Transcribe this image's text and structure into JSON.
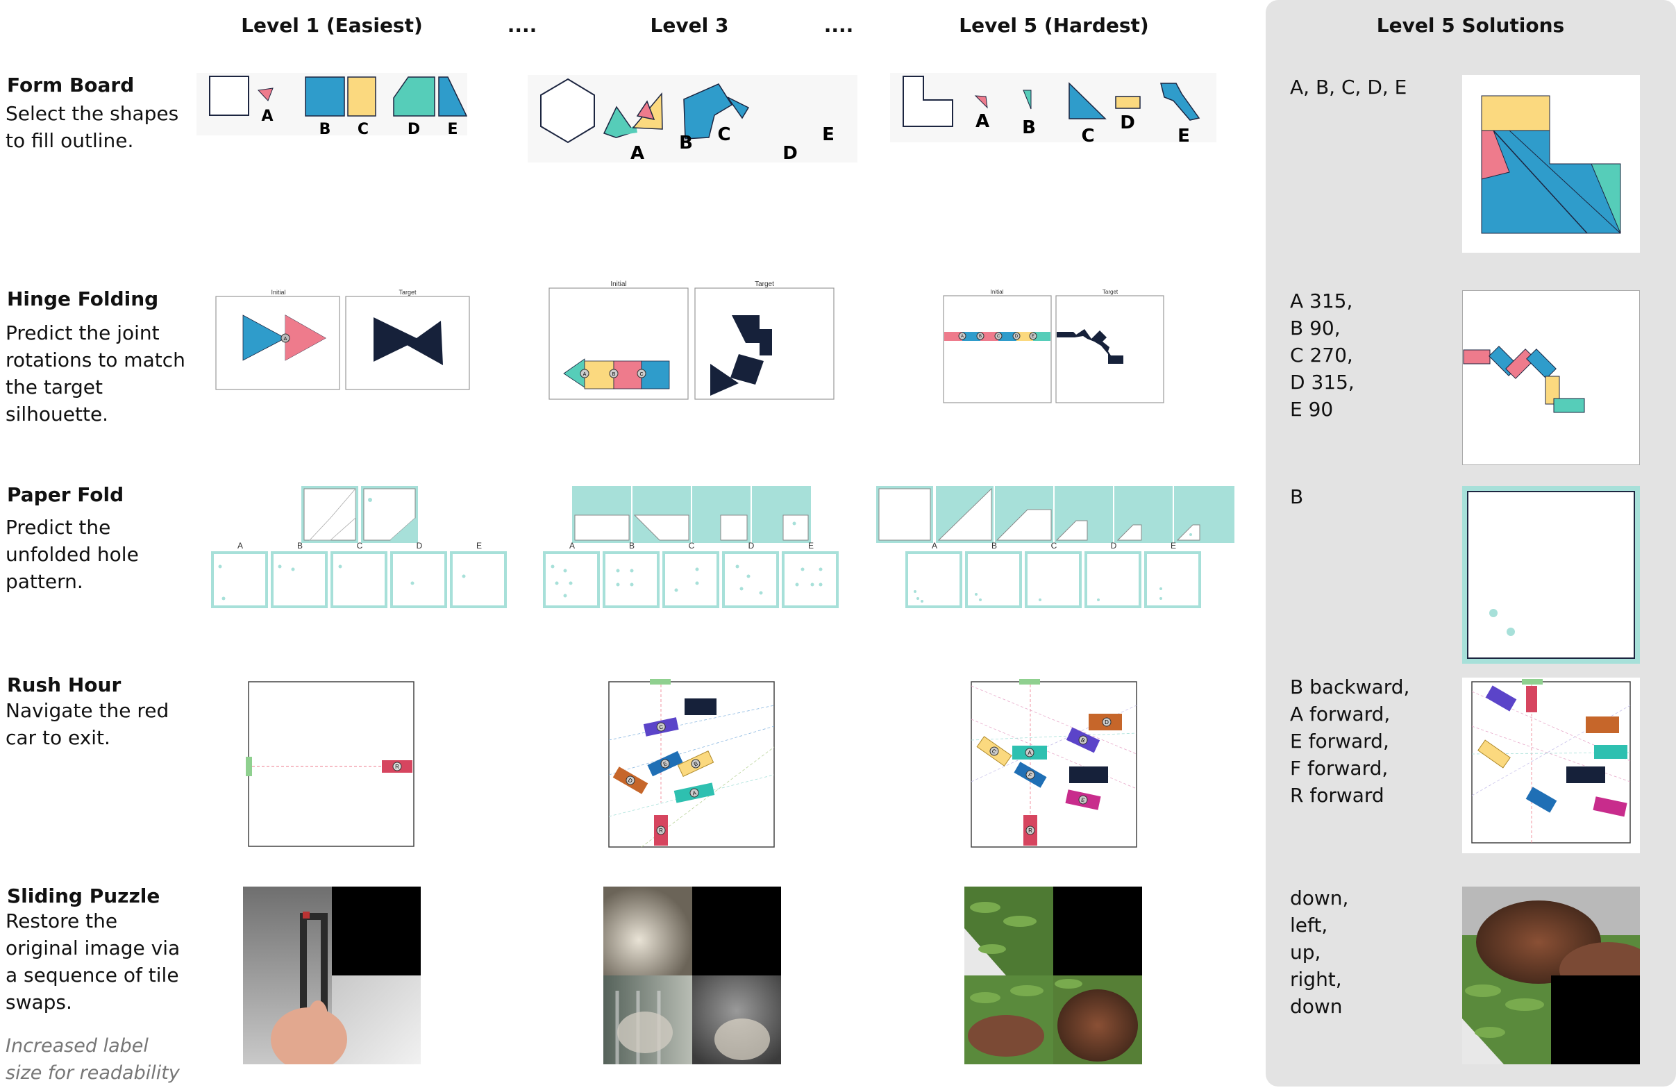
{
  "header": {
    "level1": "Level 1  (Easiest)",
    "dots1": "....",
    "level3": "Level 3",
    "dots2": "....",
    "level5": "Level 5 (Hardest)",
    "solutions": "Level 5 Solutions"
  },
  "rows": [
    {
      "title": "Form Board",
      "description": [
        "Select the shapes",
        "to fill outline."
      ],
      "solution": [
        "A, B, C, D, E"
      ]
    },
    {
      "title": "Hinge Folding",
      "description": [
        "Predict the joint",
        "rotations to match",
        "the target",
        "silhouette."
      ],
      "solution": [
        "A 315,",
        "B 90,",
        "C 270,",
        "D 315,",
        "E 90"
      ]
    },
    {
      "title": "Paper Fold",
      "description": [
        "Predict the",
        "unfolded hole",
        "pattern."
      ],
      "solution": [
        "B"
      ]
    },
    {
      "title": "Rush Hour",
      "description": [
        "Navigate the red",
        "car to exit."
      ],
      "solution": [
        "B backward,",
        "A forward,",
        "E forward,",
        "F forward,",
        "R forward"
      ]
    },
    {
      "title": "Sliding Puzzle",
      "description": [
        "Restore the",
        "original image via",
        "a sequence of tile",
        "swaps."
      ],
      "solution": [
        "down,",
        "left,",
        "up,",
        "right,",
        "down"
      ]
    }
  ],
  "footnote": [
    "Increased label",
    "size for readability"
  ],
  "figure_labels": {
    "options": [
      "A",
      "B",
      "C",
      "D",
      "E"
    ],
    "initial": "Initial",
    "target": "Target",
    "car_r": "R",
    "car_labels": [
      "A",
      "B",
      "C",
      "D",
      "E",
      "F"
    ]
  },
  "colors": {
    "blue": "#2f9ccb",
    "yellow": "#fbd97f",
    "teal": "#56cdb9",
    "pink": "#ee7b8c",
    "navy": "#16213a",
    "red_car": "#d6455f",
    "paper": "#a7e0d9",
    "panel": "#e3e3e3"
  }
}
